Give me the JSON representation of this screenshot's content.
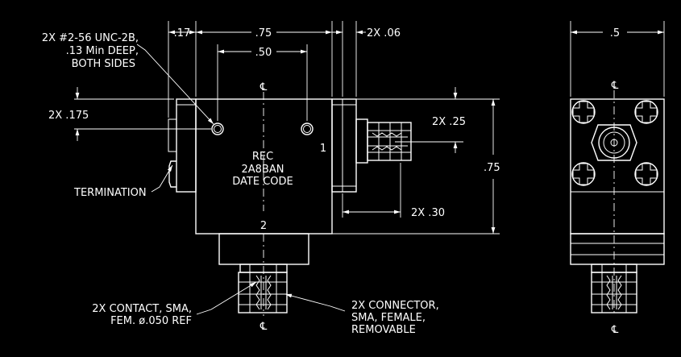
{
  "colors": {
    "background": "#000000",
    "lines": "#ffffff"
  },
  "dimensions": {
    "d_17": ".17",
    "d_75_top": ".75",
    "d_2x_06": "2X .06",
    "d_50": ".50",
    "d_5": ".5",
    "d_2x_175": "2X .175",
    "d_2x_25": "2X .25",
    "d_75_right": ".75",
    "d_2x_30": "2X .30"
  },
  "notes": {
    "tapped_hole": [
      "2X #2-56 UNC-2B,",
      ".13 Min DEEP,",
      "BOTH SIDES"
    ],
    "termination": "TERMINATION",
    "contact": [
      "2X CONTACT, SMA,",
      "FEM. ø.050 REF"
    ],
    "connector": [
      "2X CONNECTOR,",
      "SMA, FEMALE,",
      "REMOVABLE"
    ]
  },
  "part_marking": {
    "line1": "REC",
    "line2": "2A8BAN",
    "line3": "DATE CODE",
    "port1": "1",
    "port2": "2"
  },
  "centerline_symbol": "℄"
}
